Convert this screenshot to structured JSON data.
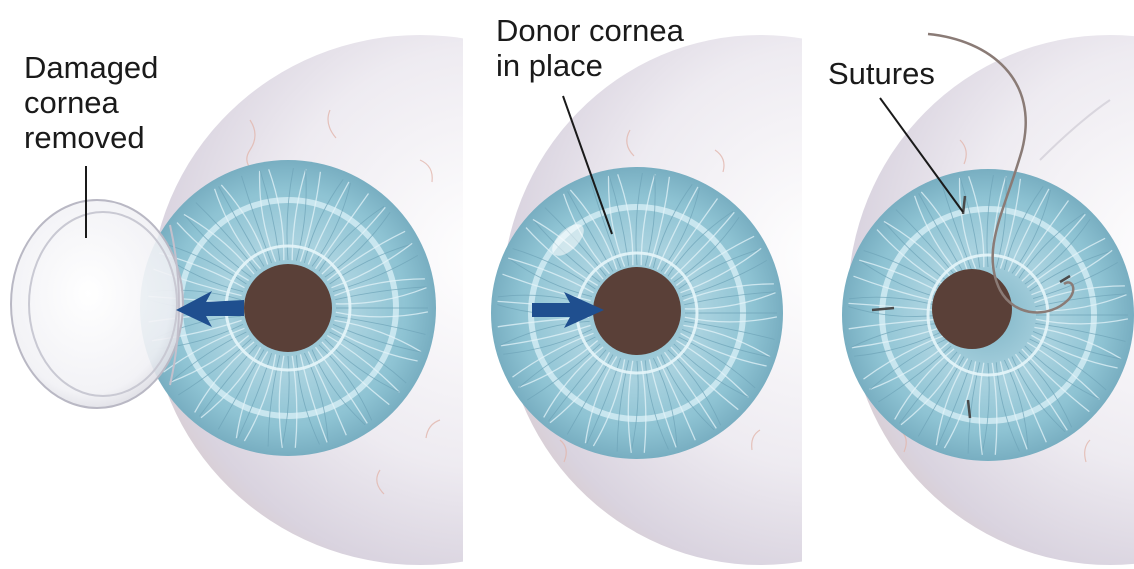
{
  "panels": [
    {
      "id": "removal",
      "label_lines": [
        "Damaged",
        "cornea",
        "removed"
      ]
    },
    {
      "id": "donor",
      "label_lines": [
        "Donor cornea",
        "in place"
      ]
    },
    {
      "id": "sutures",
      "label_lines": [
        "Sutures"
      ]
    }
  ],
  "colors": {
    "background": "#ffffff",
    "sclera": "#e9e6ee",
    "iris": "#93c7d6",
    "iris_light": "#c6e3ec",
    "pupil": "#5a4038",
    "arrow": "#1f4f8f",
    "leader_line": "#1a1a1a",
    "suture_thread": "#8a7b76"
  }
}
